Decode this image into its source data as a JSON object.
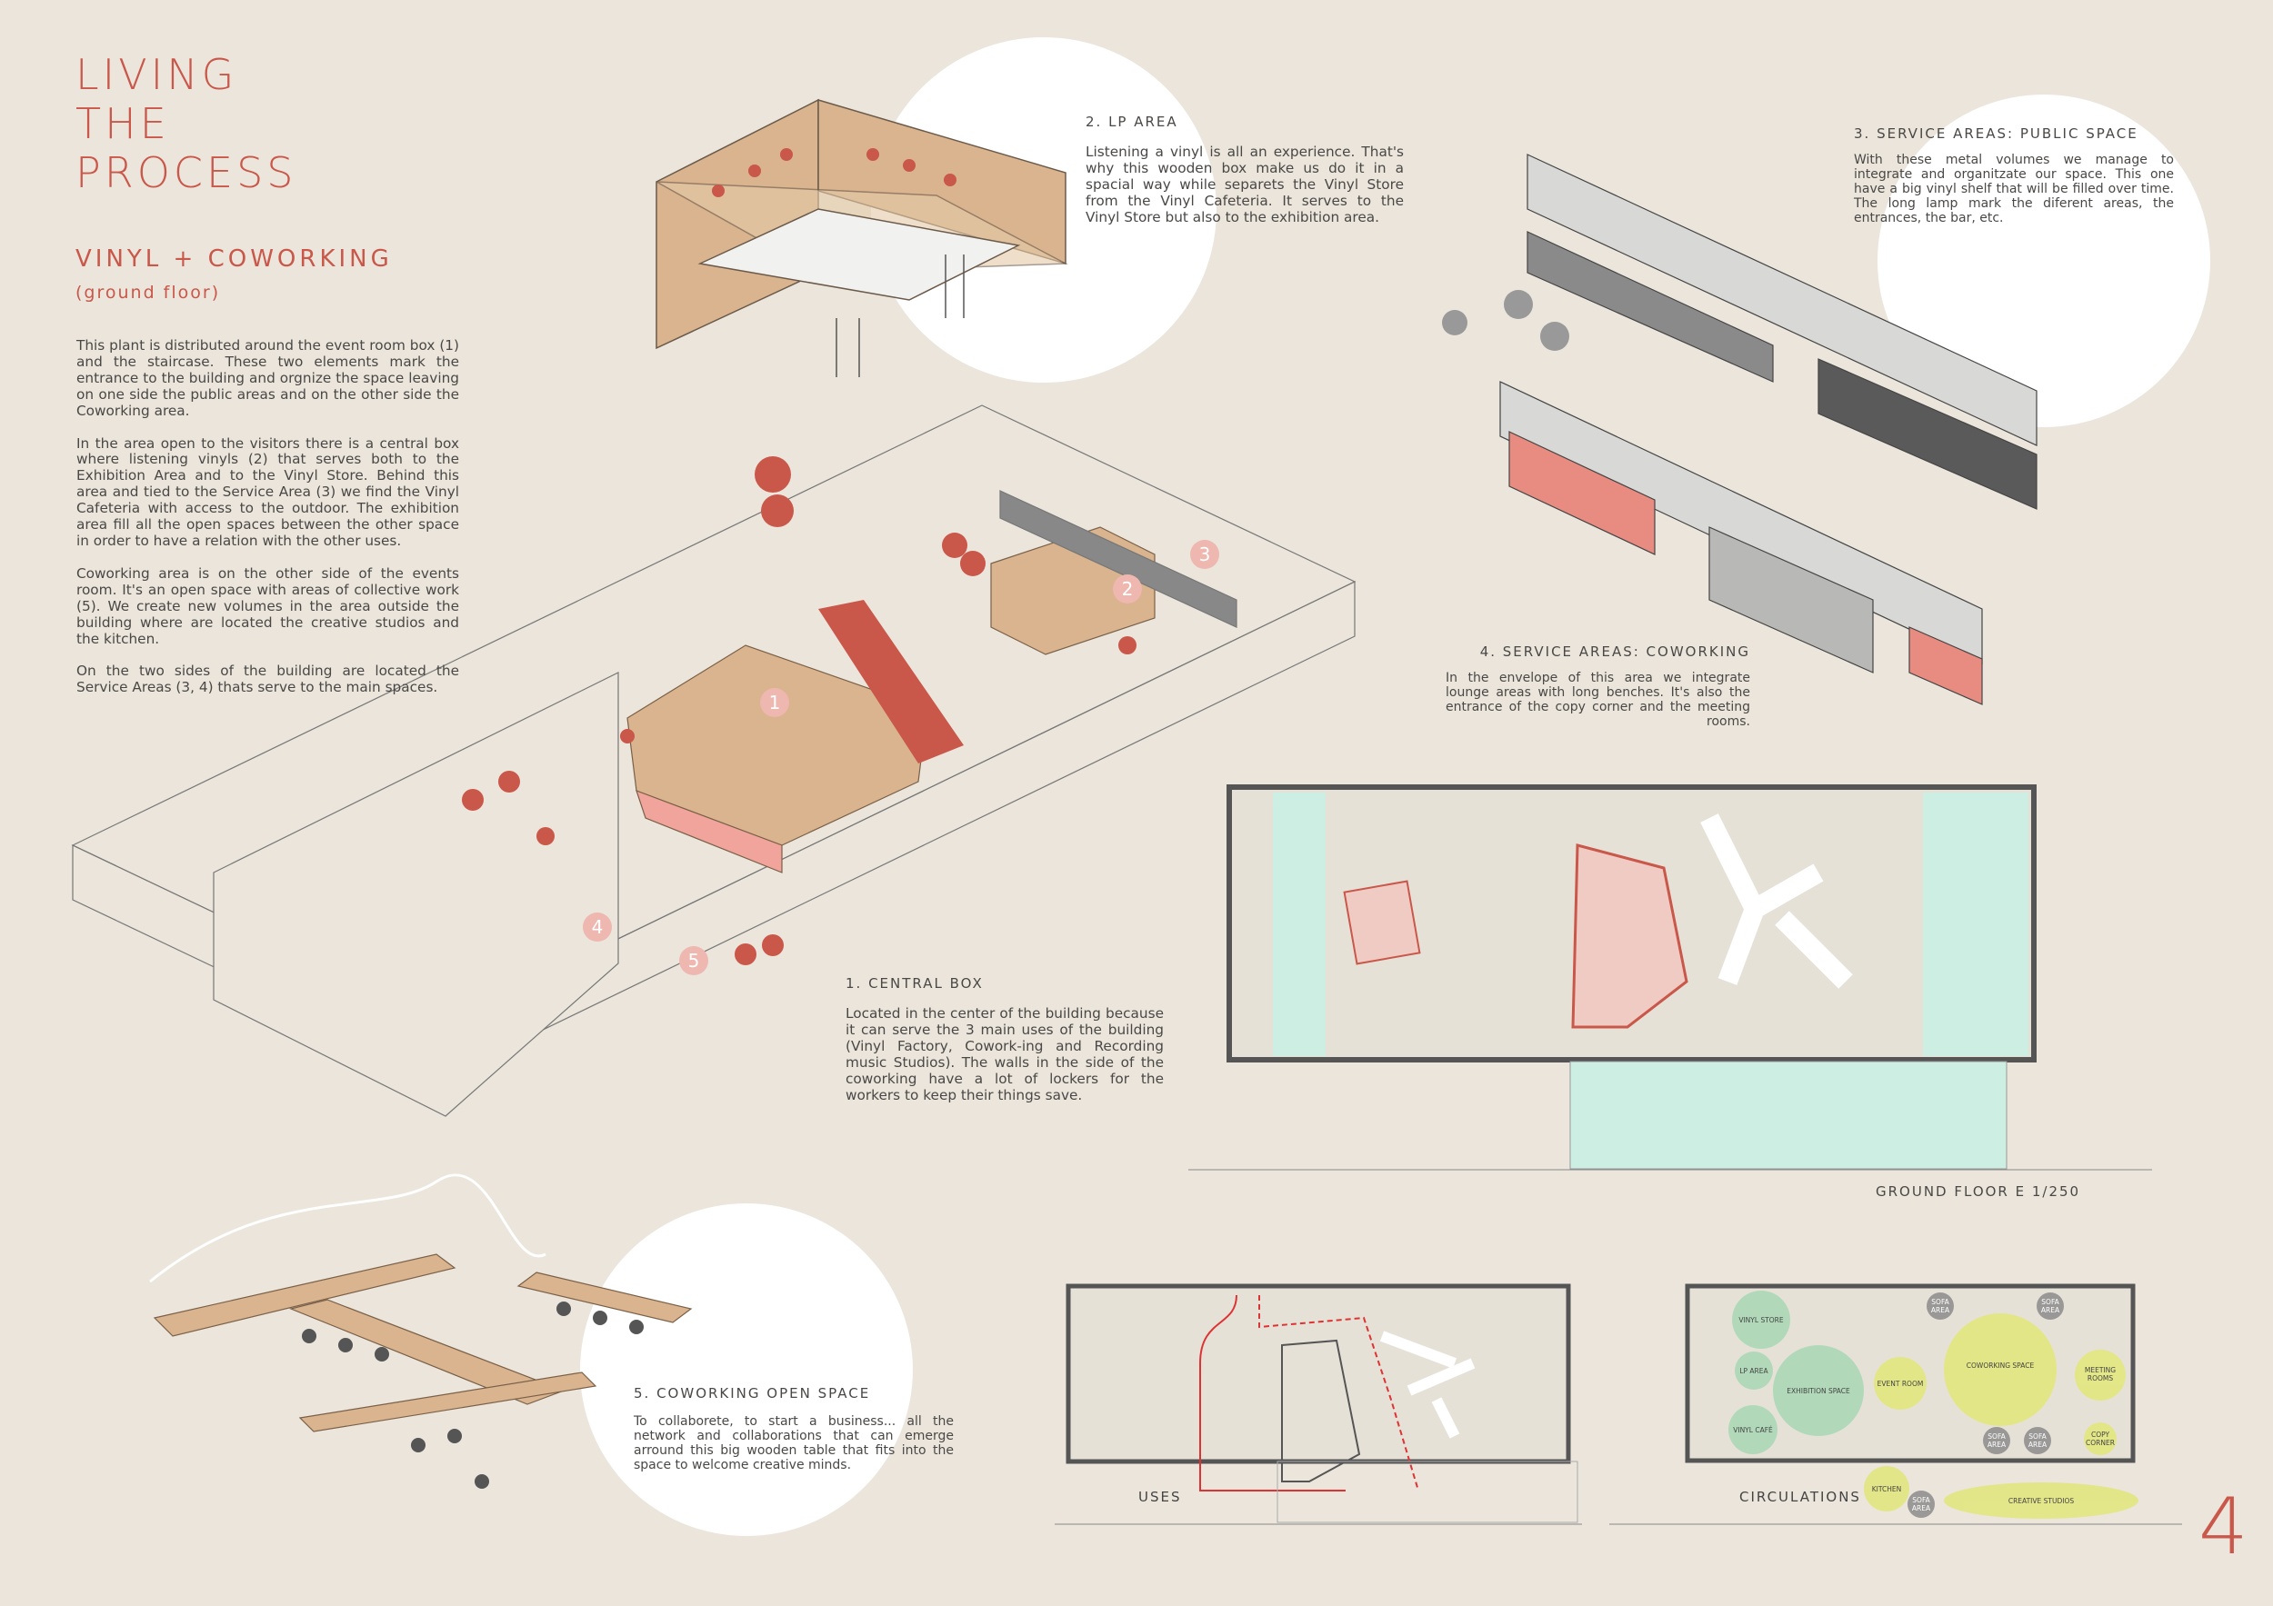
{
  "header": {
    "title_lines": [
      "LIVING",
      "THE",
      "PROCESS"
    ],
    "subtitle": "VINYL + COWORKING",
    "floor_note": "(ground floor)"
  },
  "intro": {
    "paragraphs": [
      "This plant is distributed around the event room box (1) and the staircase. These two elements mark the entrance to the building and orgnize the space leaving on one side the public areas and on the other side the Coworking area.",
      "In the area open to the visitors there is a central box where listening vinyls (2) that serves both to the Exhibition Area and to the Vinyl Store. Behind this area and tied to the Service Area (3) we find the Vinyl Cafeteria with access to the outdoor. The exhibition area fill all the open spaces between the other space in order to have a relation with the other uses.",
      "Coworking area is on the other side of the events room. It's an open space with areas of collective work (5). We create new volumes in the area outside the building where are located the creative studios and the kitchen.",
      "On the two sides of the building are located the Service Areas (3, 4) thats serve to the main spaces."
    ]
  },
  "sections": {
    "lp": {
      "heading": "2. LP AREA",
      "text": "Listening a vinyl is all an experience. That's why this wooden box make us do it in a spacial way while separets the Vinyl Store from the Vinyl Cafeteria. It serves to the Vinyl Store but also to the exhibition area."
    },
    "service_public": {
      "heading": "3. SERVICE AREAS: PUBLIC SPACE",
      "text": "With these metal volumes we manage to integrate and organitzate our space. This one have a big vinyl shelf that will be filled over time. The long lamp mark the diferent areas, the entrances, the bar, etc."
    },
    "service_coworking": {
      "heading": "4. SERVICE AREAS: COWORKING",
      "text": "In the envelope of this area we integrate lounge areas with long benches. It's also the entrance of the copy corner and the meeting rooms."
    },
    "central_box": {
      "heading": "1. CENTRAL BOX",
      "text": "Located in the center of the building because it can serve the 3 main uses of the building (Vinyl Factory, Cowork-ing and Recording music Studios). The walls in the side of the coworking have a lot of lockers for the workers to keep their things save."
    },
    "coworking": {
      "heading": "5. COWORKING OPEN SPACE",
      "text": "To collaborete, to start a business... all the network and collaborations that can emerge arround this big wooden table that fits into the space to welcome creative minds."
    }
  },
  "axon_markers": [
    "1",
    "2",
    "3",
    "4",
    "5"
  ],
  "plans": {
    "ground_floor_label": "GROUND FLOOR E 1/250",
    "uses_label": "USES",
    "circulations_label": "CIRCULATIONS",
    "zones": {
      "vinyl_store": "VINYL STORE",
      "lp_area": "LP AREA",
      "exhibition": "EXHIBITION SPACE",
      "vinyl_cafe": "VINYL CAFÉ",
      "event_room": "EVENT ROOM",
      "coworking": "COWORKING SPACE",
      "meeting": [
        "MEETING",
        "ROOMS"
      ],
      "copy": [
        "COPY",
        "CORNER"
      ],
      "sofa": [
        "SOFA",
        "AREA"
      ],
      "kitchen": "KITCHEN",
      "studios": "CREATIVE STUDIOS"
    }
  },
  "page_number": "4",
  "colors": {
    "accent": "#c9574a",
    "background": "#ebe5db",
    "public_zone": "#a8d8b4",
    "cowork_zone": "#e2e77a",
    "sofa": "#8c8c8c",
    "wood": "#d9b48f",
    "service_mint": "#cdeee2"
  }
}
